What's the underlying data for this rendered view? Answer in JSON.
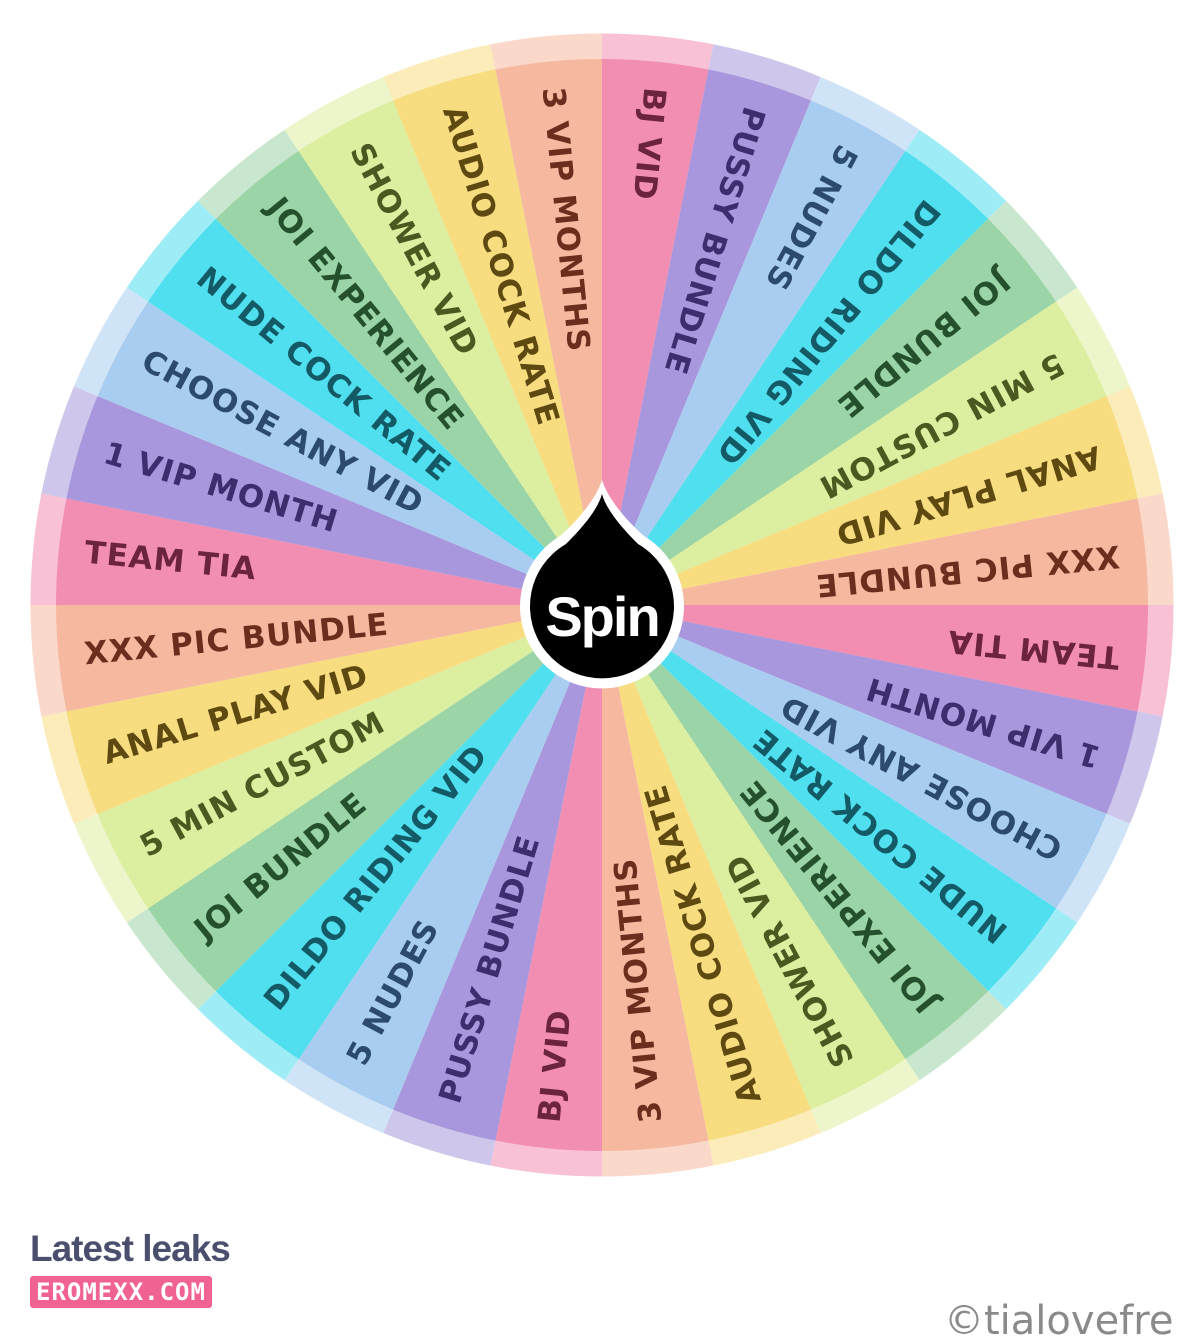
{
  "wheel": {
    "spin_label": "Spin",
    "slices": [
      {
        "label": "BJ VID",
        "color": "#f28eb2",
        "text_color": "#6b2340"
      },
      {
        "label": "PUSSY BUNDLE",
        "color": "#a897dc",
        "text_color": "#3c2d6e"
      },
      {
        "label": "5 NUDES",
        "color": "#a9cdf0",
        "text_color": "#2b4a6e"
      },
      {
        "label": "DILDO RIDING VID",
        "color": "#4fdfee",
        "text_color": "#135a66"
      },
      {
        "label": "JOI BUNDLE",
        "color": "#9bd4a6",
        "text_color": "#24502e"
      },
      {
        "label": "5 MIN CUSTOM",
        "color": "#dcee9f",
        "text_color": "#4b5820"
      },
      {
        "label": "ANAL PLAY VID",
        "color": "#f7dc80",
        "text_color": "#5e4a11"
      },
      {
        "label": "XXX PIC BUNDLE",
        "color": "#f6b9a0",
        "text_color": "#6b2e1e"
      },
      {
        "label": "TEAM TIA",
        "color": "#f28eb2",
        "text_color": "#6b2340"
      },
      {
        "label": "1 VIP MONTH",
        "color": "#a897dc",
        "text_color": "#3c2d6e"
      },
      {
        "label": "CHOOSE ANY VID",
        "color": "#a9cdf0",
        "text_color": "#2b4a6e"
      },
      {
        "label": "NUDE COCK RATE",
        "color": "#4fdfee",
        "text_color": "#135a66"
      },
      {
        "label": "JOI EXPERIENCE",
        "color": "#9bd4a6",
        "text_color": "#24502e"
      },
      {
        "label": "SHOWER VID",
        "color": "#dcee9f",
        "text_color": "#4b5820"
      },
      {
        "label": "AUDIO COCK RATE",
        "color": "#f7dc80",
        "text_color": "#5e4a11"
      },
      {
        "label": "3 VIP MONTHS",
        "color": "#f6b9a0",
        "text_color": "#6b2e1e"
      },
      {
        "label": "BJ VID",
        "color": "#f28eb2",
        "text_color": "#6b2340"
      },
      {
        "label": "PUSSY BUNDLE",
        "color": "#a897dc",
        "text_color": "#3c2d6e"
      },
      {
        "label": "5 NUDES",
        "color": "#a9cdf0",
        "text_color": "#2b4a6e"
      },
      {
        "label": "DILDO RIDING VID",
        "color": "#4fdfee",
        "text_color": "#135a66"
      },
      {
        "label": "JOI BUNDLE",
        "color": "#9bd4a6",
        "text_color": "#24502e"
      },
      {
        "label": "5 MIN CUSTOM",
        "color": "#dcee9f",
        "text_color": "#4b5820"
      },
      {
        "label": "ANAL PLAY VID",
        "color": "#f7dc80",
        "text_color": "#5e4a11"
      },
      {
        "label": "XXX PIC BUNDLE",
        "color": "#f6b9a0",
        "text_color": "#6b2e1e"
      },
      {
        "label": "TEAM TIA",
        "color": "#f28eb2",
        "text_color": "#6b2340"
      },
      {
        "label": "1 VIP MONTH",
        "color": "#a897dc",
        "text_color": "#3c2d6e"
      },
      {
        "label": "CHOOSE ANY VID",
        "color": "#a9cdf0",
        "text_color": "#2b4a6e"
      },
      {
        "label": "NUDE COCK RATE",
        "color": "#4fdfee",
        "text_color": "#135a66"
      },
      {
        "label": "JOI EXPERIENCE",
        "color": "#9bd4a6",
        "text_color": "#24502e"
      },
      {
        "label": "SHOWER VID",
        "color": "#dcee9f",
        "text_color": "#4b5820"
      },
      {
        "label": "AUDIO COCK RATE",
        "color": "#f7dc80",
        "text_color": "#5e4a11"
      },
      {
        "label": "3 VIP MONTHS",
        "color": "#f6b9a0",
        "text_color": "#6b2e1e"
      }
    ]
  },
  "watermark": {
    "title": "Latest leaks",
    "site": "EROMEXX.COM",
    "site_color": "#f06292"
  },
  "credit": {
    "text": "©tialovefre"
  }
}
